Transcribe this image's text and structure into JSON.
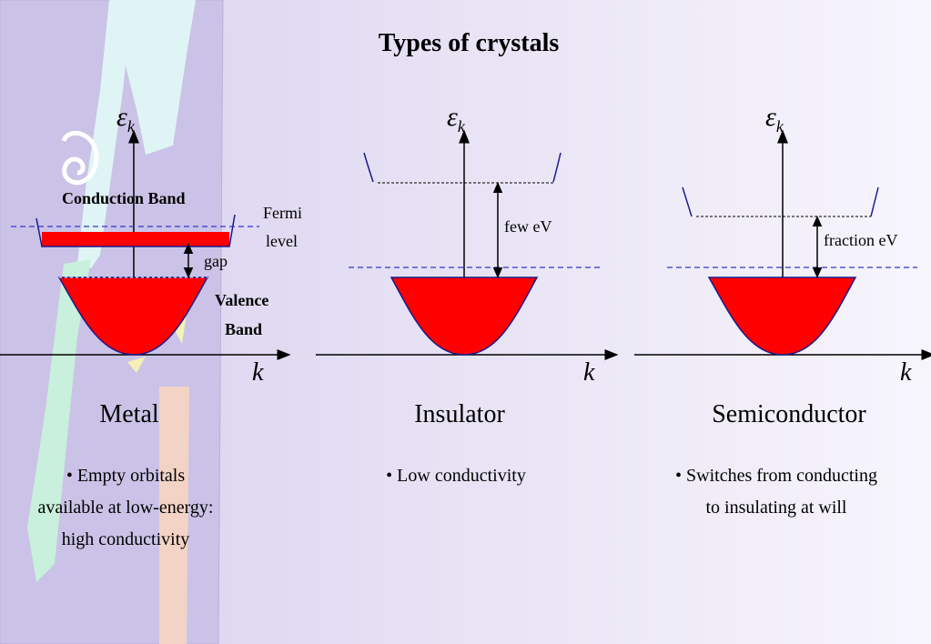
{
  "title": "Types of crystals",
  "axis": {
    "energy_symbol": "ε",
    "energy_subscript": "k",
    "momentum_symbol": "k"
  },
  "panels": [
    {
      "name": "Metal",
      "labels": {
        "conduction_band": "Conduction Band",
        "fermi_line1": "Fermi",
        "fermi_line2": "level",
        "gap": "gap",
        "valence_line1": "Valence",
        "valence_line2": "Band"
      },
      "description": [
        "• Empty orbitals",
        "available at low-energy:",
        "high conductivity"
      ]
    },
    {
      "name": "Insulator",
      "labels": {
        "gap": "few eV"
      },
      "description": [
        "• Low conductivity"
      ]
    },
    {
      "name": "Semiconductor",
      "labels": {
        "gap": "fraction eV"
      },
      "description": [
        "• Switches from conducting",
        "to insulating at will"
      ]
    }
  ],
  "colors": {
    "band_fill": "#ff0000",
    "band_edge": "#1a1a8c",
    "fermi_line": "#3333cc",
    "axis": "#000000"
  }
}
